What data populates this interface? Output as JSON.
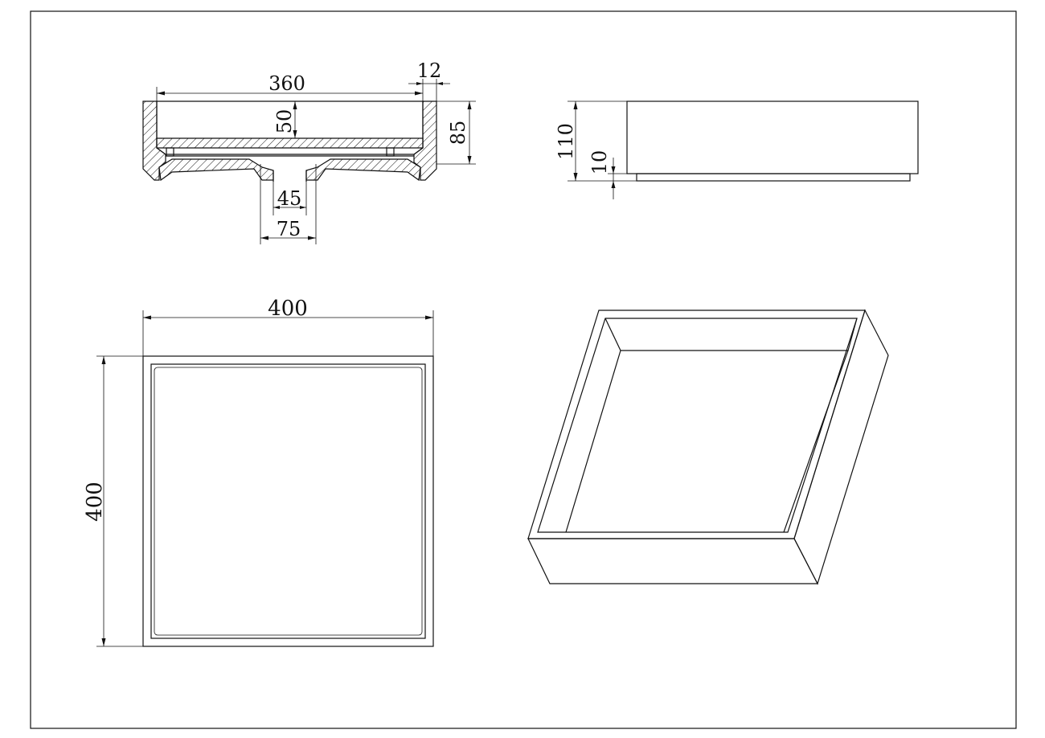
{
  "drawing": {
    "section_view": {
      "dims": {
        "inner_width": "360",
        "wall": "12",
        "floor_depth": "50",
        "height": "85",
        "drain_inner": "45",
        "drain_outer": "75"
      }
    },
    "side_view": {
      "dims": {
        "height": "110",
        "base": "10"
      }
    },
    "top_view": {
      "dims": {
        "width": "400",
        "depth": "400"
      }
    },
    "colors": {
      "line": "#111111",
      "background": "#ffffff"
    }
  }
}
